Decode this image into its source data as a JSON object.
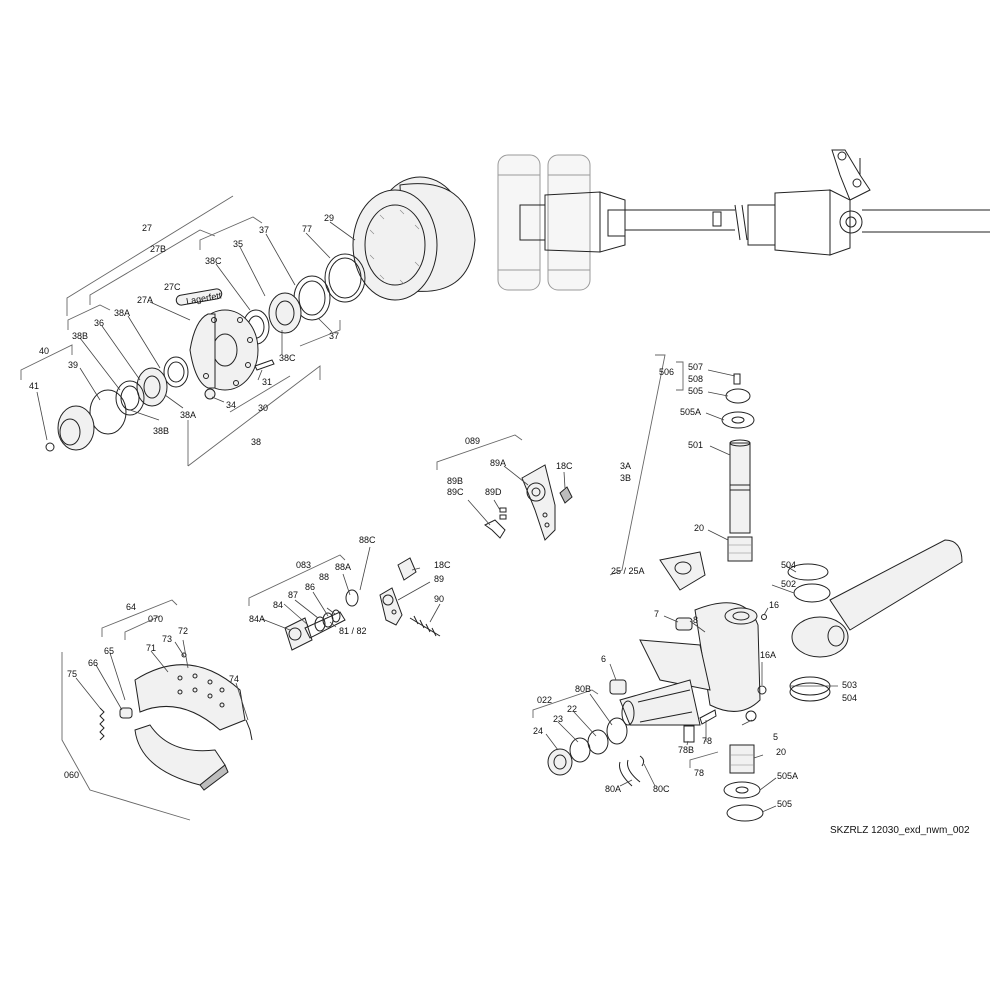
{
  "drawing": {
    "code": "SKZRLZ 12030_exd_nwm_002",
    "label_lagerfett": "Lagerfett"
  },
  "callouts": {
    "c27": "27",
    "c27B": "27B",
    "c27C": "27C",
    "c27A": "27A",
    "c29": "29",
    "c77": "77",
    "c37a": "37",
    "c37b": "37",
    "c35": "35",
    "c38C_a": "38C",
    "c38C_b": "38C",
    "c38A_a": "38A",
    "c38A_b": "38A",
    "c36": "36",
    "c38B_a": "38B",
    "c38B_b": "38B",
    "c40": "40",
    "c39": "39",
    "c41": "41",
    "c31": "31",
    "c34": "34",
    "c30": "30",
    "c38": "38",
    "c089": "089",
    "c89A": "89A",
    "c18C_a": "18C",
    "c89B": "89B",
    "c89C": "89C",
    "c89D": "89D",
    "c88C": "88C",
    "c18C_b": "18C",
    "c89": "89",
    "c90": "90",
    "c083": "083",
    "c88A": "88A",
    "c88": "88",
    "c86": "86",
    "c87": "87",
    "c84": "84",
    "c84A": "84A",
    "c81_82": "81 / 82",
    "c64": "64",
    "c070": "070",
    "c72": "72",
    "c73": "73",
    "c71": "71",
    "c65": "65",
    "c66": "66",
    "c75": "75",
    "c74": "74",
    "c060": "060",
    "c506": "506",
    "c507": "507",
    "c508": "508",
    "c505a": "505",
    "c505A_a": "505A",
    "c501": "501",
    "c3A": "3A",
    "c3B": "3B",
    "c20a": "20",
    "c25": "25 / 25A",
    "c504a": "504",
    "c502": "502",
    "c7": "7",
    "c8": "8",
    "c16": "16",
    "c16A": "16A",
    "c6": "6",
    "c503": "503",
    "c504b": "504",
    "c5": "5",
    "c022": "022",
    "c80B": "80B",
    "c22": "22",
    "c23": "23",
    "c24": "24",
    "c78B": "78B",
    "c78a": "78",
    "c78b": "78",
    "c20b": "20",
    "c505A_b": "505A",
    "c80A": "80A",
    "c80C": "80C",
    "c505b": "505"
  }
}
